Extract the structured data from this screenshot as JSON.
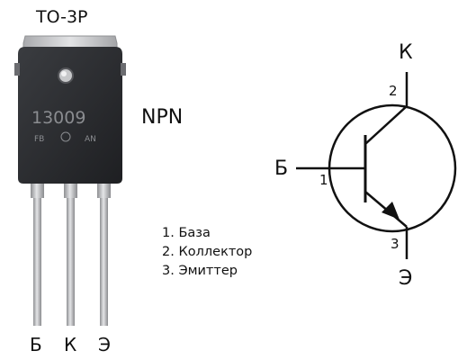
{
  "package": {
    "title": "TO-3P",
    "marking": "13009",
    "marking_small_left": "FB",
    "marking_small_right": "AN"
  },
  "type_label": "NPN",
  "legend": [
    "1. База",
    "2. Коллектор",
    "3. Эмиттер"
  ],
  "pin_labels": [
    "Б",
    "К",
    "Э"
  ],
  "symbol": {
    "base_label": "Б",
    "collector_label": "К",
    "emitter_label": "Э",
    "base_num": "1",
    "collector_num": "2",
    "emitter_num": "3"
  },
  "colors": {
    "body": "#2b2d30",
    "tab": "#cfd0d2",
    "leg": "#b9babc",
    "line": "#111111"
  }
}
